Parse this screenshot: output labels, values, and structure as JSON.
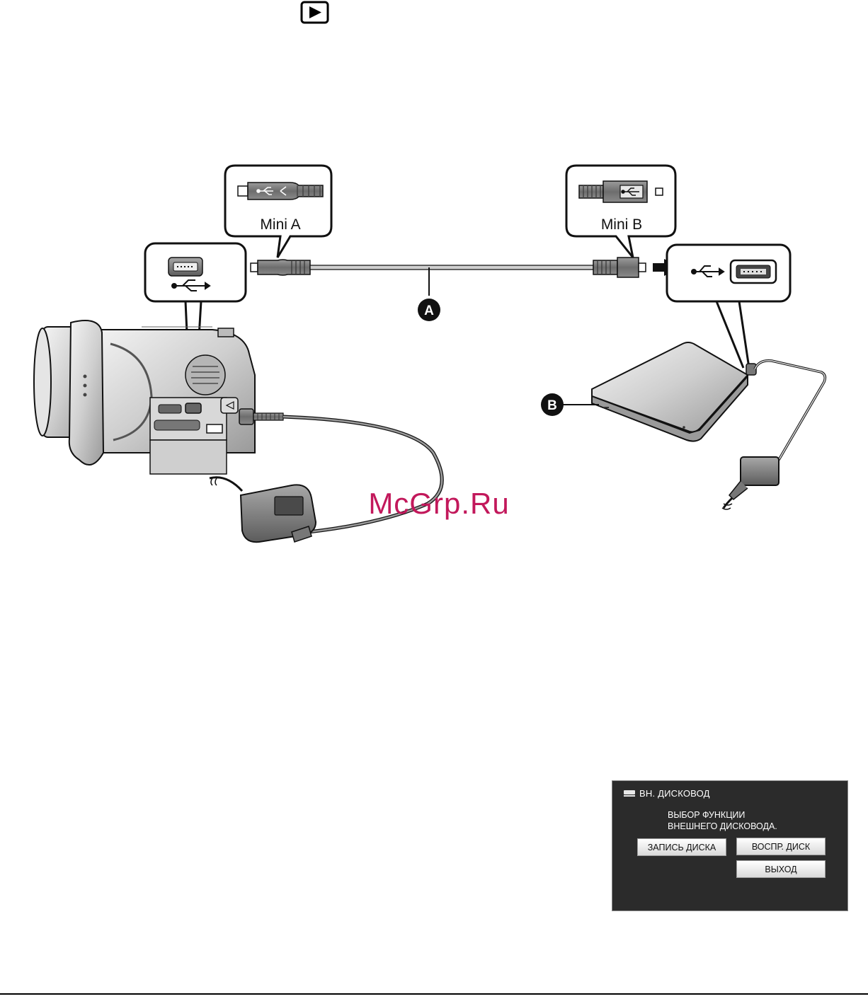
{
  "labels": {
    "mini_a": "Mini A",
    "mini_b": "Mini B",
    "callout_a": "A",
    "callout_b": "B",
    "watermark": "McGrp.Ru"
  },
  "icons": [
    "playback-mode-icon",
    "usb-icon",
    "usb-port-icon",
    "disc-drive-icon"
  ],
  "osd": {
    "title": "ВН. ДИСКОВОД",
    "message_line1": "ВЫБОР ФУНКЦИИ",
    "message_line2": "ВНЕШНЕГО ДИСКОВОДА.",
    "button_write": "ЗАПИСЬ ДИСКА",
    "button_play": "ВОСПР. ДИСК",
    "button_exit": "ВЫХОД"
  },
  "colors": {
    "watermark": "#c2185b",
    "osd_background": "#2b2b2b",
    "outline": "#111111"
  }
}
